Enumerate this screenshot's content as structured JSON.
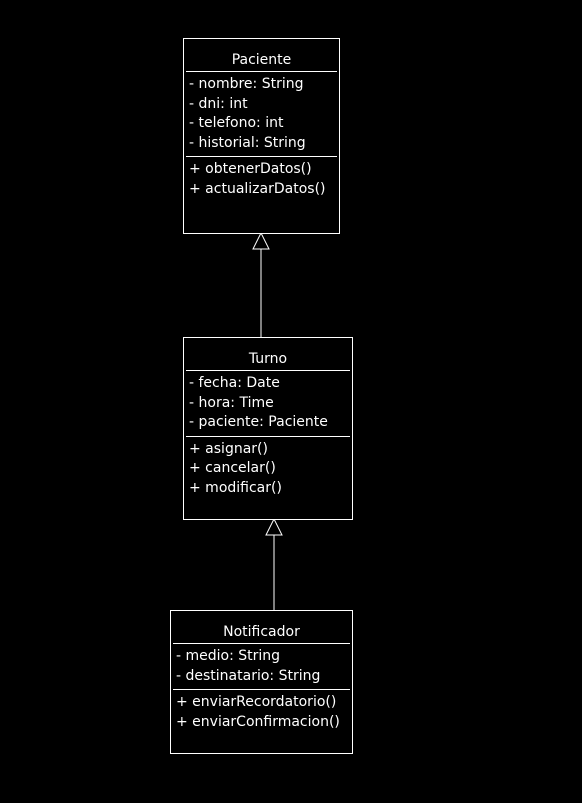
{
  "classes": {
    "paciente": {
      "name": "Paciente",
      "attributes": [
        "- nombre: String",
        "- dni: int",
        "- telefono: int",
        "- historial: String"
      ],
      "methods": [
        "+ obtenerDatos()",
        "+ actualizarDatos()"
      ]
    },
    "turno": {
      "name": "Turno",
      "attributes": [
        "- fecha: Date",
        "- hora: Time",
        "- paciente: Paciente"
      ],
      "methods": [
        "+ asignar()",
        "+ cancelar()",
        "+ modificar()"
      ]
    },
    "notificador": {
      "name": "Notificador",
      "attributes": [
        "- medio: String",
        "- destinatario: String"
      ],
      "methods": [
        "+ enviarRecordatorio()",
        "+ enviarConfirmacion()"
      ]
    }
  },
  "relations": [
    {
      "type": "inheritance",
      "from": "turno",
      "to": "paciente"
    },
    {
      "type": "inheritance",
      "from": "notificador",
      "to": "turno"
    }
  ],
  "colors": {
    "background": "#000000",
    "stroke": "#ffffff",
    "text": "#ffffff"
  }
}
